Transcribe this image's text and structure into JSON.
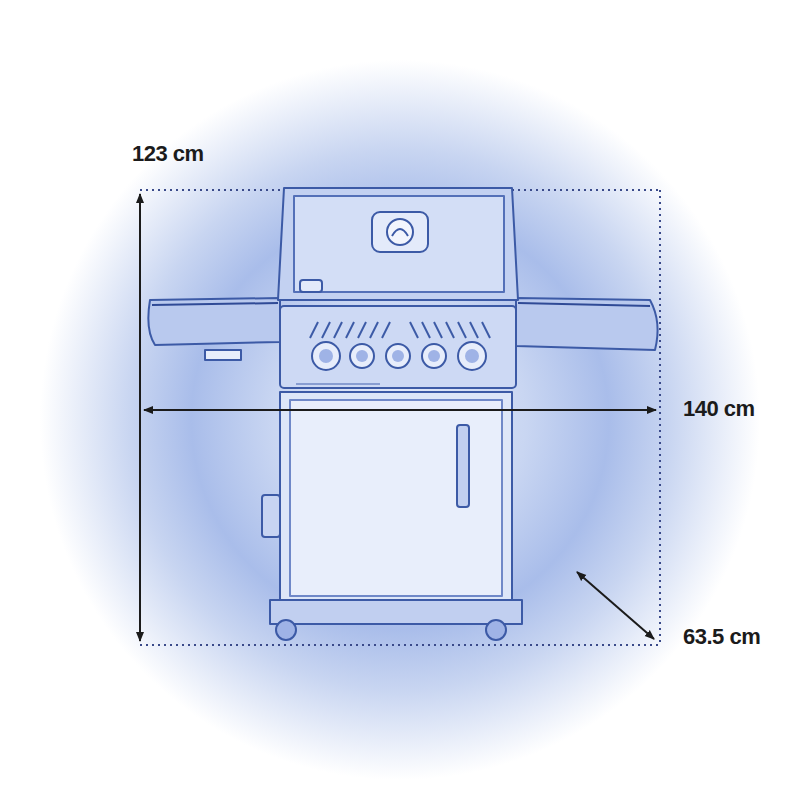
{
  "diagram": {
    "labels": [
      "123 cm",
      "140 cm",
      "63.5 cm"
    ]
  }
}
